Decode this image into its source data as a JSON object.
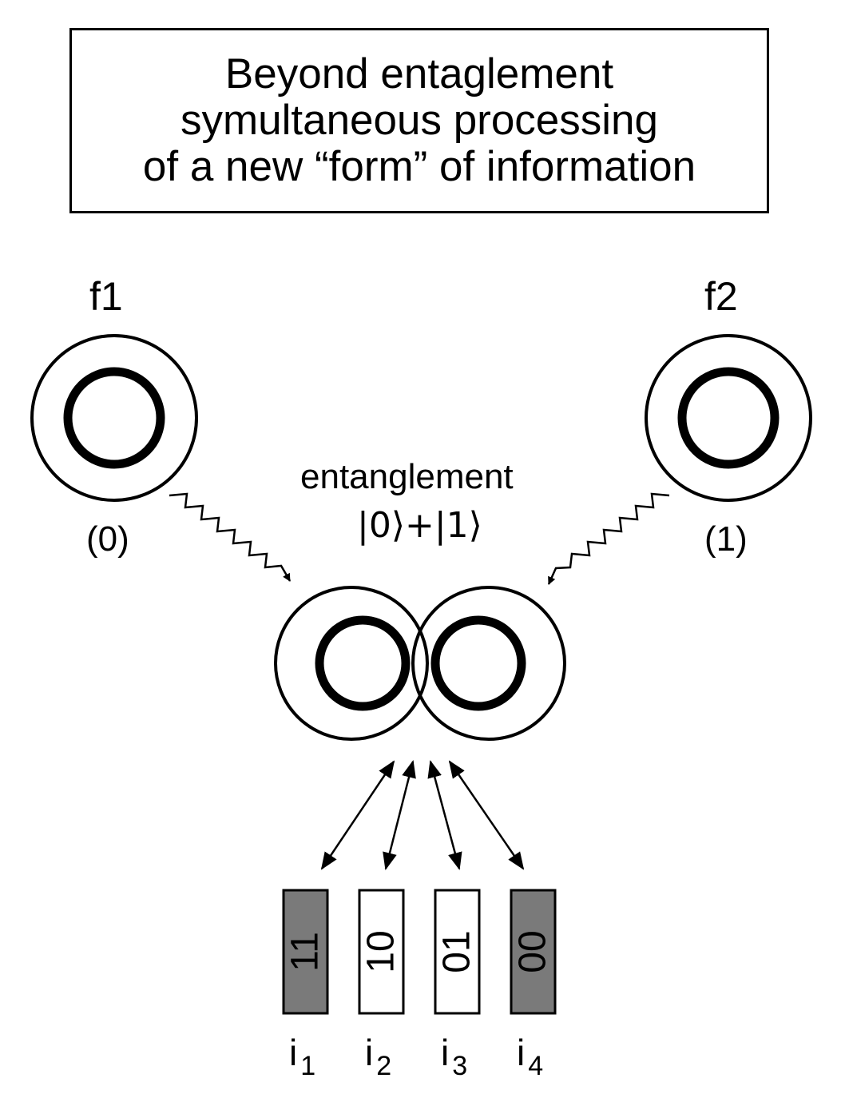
{
  "title": {
    "line1": "Beyond entaglement",
    "line2": "symultaneous processing",
    "line3": "of a new “form” of information"
  },
  "nodes": {
    "f1": {
      "name": "f1",
      "state": "(0)"
    },
    "f2": {
      "name": "f2",
      "state": "(1)"
    }
  },
  "entanglement": {
    "label": "entanglement",
    "state_formula": "|0⟩+|1⟩"
  },
  "registers": [
    {
      "bits": "11",
      "index_letter": "i",
      "index_sub": "1",
      "fill": "#7a7a7a"
    },
    {
      "bits": "10",
      "index_letter": "i",
      "index_sub": "2",
      "fill": "#ffffff"
    },
    {
      "bits": "01",
      "index_letter": "i",
      "index_sub": "3",
      "fill": "#ffffff"
    },
    {
      "bits": "00",
      "index_letter": "i",
      "index_sub": "4",
      "fill": "#7a7a7a"
    }
  ]
}
